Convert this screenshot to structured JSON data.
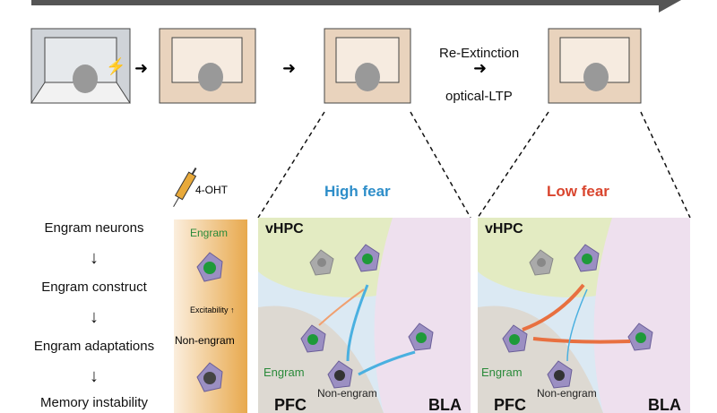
{
  "timeline_label": "",
  "protocol": {
    "re_extinction": "Re-Extinction",
    "optical_ltp": "optical-LTP"
  },
  "flow": [
    "Engram neurons",
    "Engram construct",
    "Engram adaptations",
    "Memory instability"
  ],
  "injection": "4-OHT",
  "strip": {
    "engram": "Engram",
    "excitability": "Excitability",
    "non_engram": "Non-engram"
  },
  "panels": [
    {
      "title": "High fear",
      "color": "#2e8ec9",
      "region_top": "vHPC",
      "engram": "Engram",
      "non_engram": "Non-engram",
      "region_left": "PFC",
      "region_right": "BLA"
    },
    {
      "title": "Low fear",
      "color": "#d9452e",
      "region_top": "vHPC",
      "engram": "Engram",
      "non_engram": "Non-engram",
      "region_left": "PFC",
      "region_right": "BLA"
    }
  ]
}
